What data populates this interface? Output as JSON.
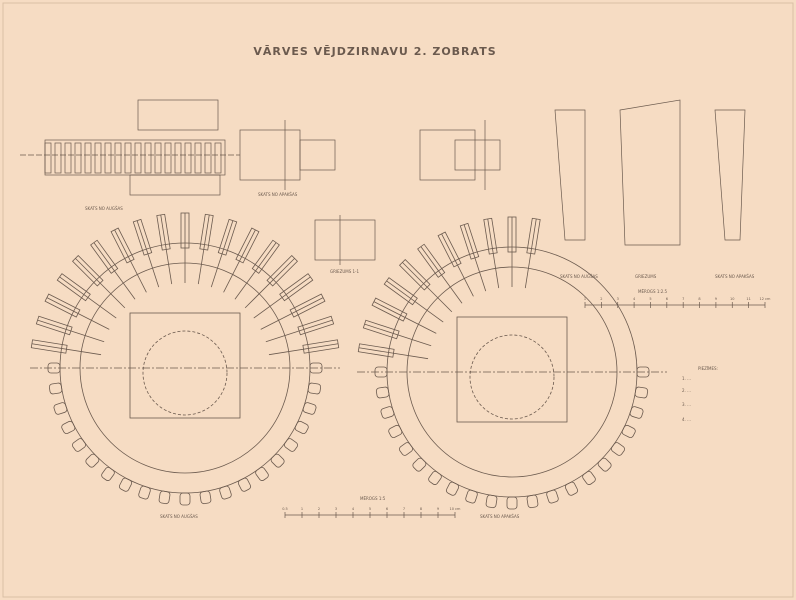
{
  "title": "VĀRVES VĒJDZIRNAVU 2. ZOBRATS",
  "views": {
    "front_left": "SKATS NO AUGŠAS",
    "front_right": "SKATS NO APAKŠAS",
    "section": "GRIEZUMS 1-1",
    "tooth_left": "SKATS NO AUGŠAS",
    "tooth_mid": "GRIEZUMS",
    "tooth_right": "SKATS NO APAKŠAS"
  },
  "notes": {
    "heading": "PIEZĪMES:",
    "items": [
      "1. ...",
      "2. ...",
      "3. ...",
      "4. ..."
    ]
  },
  "scales": {
    "main_label": "MĒROGS 1:5",
    "detail_label": "MĒROGS 1:2.5",
    "main_ticks": [
      "0.5",
      "1",
      "2",
      "3",
      "4",
      "5",
      "6",
      "7",
      "8",
      "9",
      "10 cm"
    ],
    "detail_ticks": [
      "1",
      "2",
      "3",
      "4",
      "5",
      "6",
      "7",
      "8",
      "9",
      "10",
      "11",
      "12 cm"
    ]
  },
  "colors": {
    "paper": "#f6dcc3",
    "ink": "#5e5048"
  }
}
